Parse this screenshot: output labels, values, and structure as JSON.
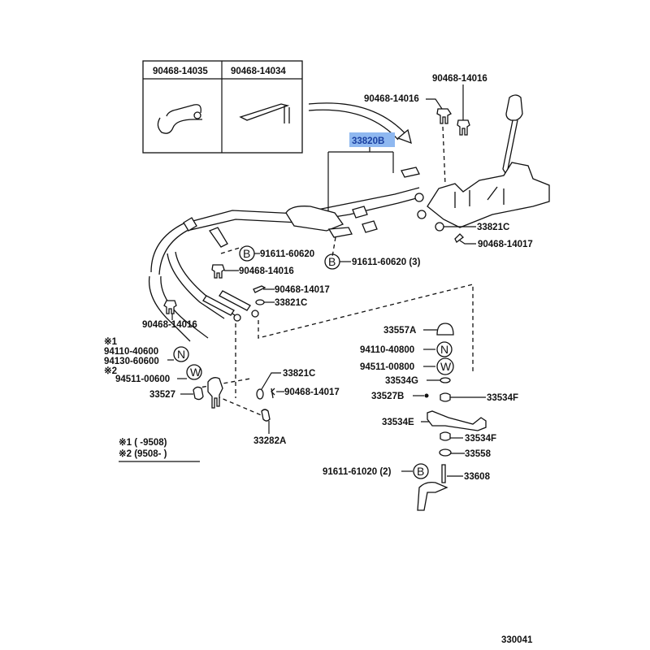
{
  "diagram": {
    "figure_number": "330041",
    "inset_parts": [
      {
        "part_no": "90468-14035",
        "description": "clip"
      },
      {
        "part_no": "90468-14034",
        "description": "clip"
      }
    ],
    "highlighted_part": {
      "part_no": "33820B",
      "highlight_color": "#8fb8f0",
      "text_color": "#1a3fa0"
    },
    "labels": {
      "clip_top_left": "90468-14016",
      "clip_top_right": "90468-14016",
      "washer_right": "33821C",
      "pin_right": "90468-14017",
      "bolt_left": "91611-60620",
      "bolt_right": "91611-60620 (3)",
      "clip_mid": "90468-14016",
      "pin_mid": "90468-14017",
      "washer_mid": "33821C",
      "clip_low_left": "90468-14016",
      "note1_marker": "※1",
      "nut_part_a": "94110-40600",
      "nut_part_b": "94130-60600",
      "note2_marker": "※2",
      "washer_part_left": "94511-00600",
      "lever_left": "33527",
      "washer_lower": "33821C",
      "pin_lower": "90468-14017",
      "bushing_lower": "33282A",
      "cap": "33557A",
      "nut_right": "94110-40800",
      "washer_right_lower": "94511-00800",
      "spacer_g": "33534G",
      "bolt_b": "33527B",
      "bushing_f_upper": "33534F",
      "lever_e": "33534E",
      "bushing_f_lower": "33534F",
      "collar": "33558",
      "bolt_bottom": "91611-61020 (2)",
      "shaft": "33608"
    },
    "symbols": {
      "bolt": "B",
      "nut": "N",
      "washer": "W"
    },
    "legend": {
      "note1": "※1 (        -9508)",
      "note2": "※2 (9508-        )"
    }
  }
}
